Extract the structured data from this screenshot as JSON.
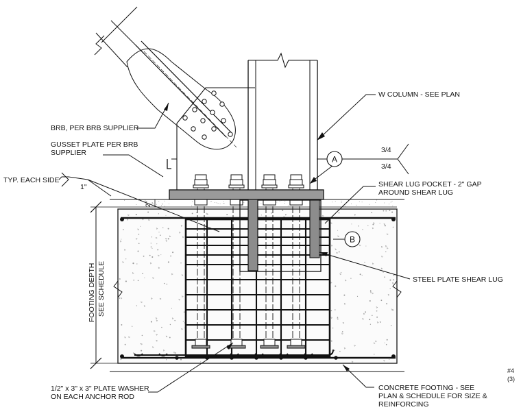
{
  "labels": {
    "brb": "BRB, PER BRB SUPPLIER",
    "gusset_1": "GUSSET PLATE PER BRB",
    "gusset_2": "SUPPLIER",
    "typ_each_side": "TYP. EACH SIDE",
    "one_inch": "1\"",
    "two_inch": "2\"",
    "w_column": "W COLUMN - SEE PLAN",
    "weld_top": "3/4",
    "weld_bottom": "3/4",
    "shear_lug_pocket_1": "SHEAR LUG POCKET - 2\" GAP",
    "shear_lug_pocket_2": "AROUND SHEAR LUG",
    "steel_plate_shear_lug": "STEEL PLATE SHEAR LUG",
    "footing_depth_1": "FOOTING DEPTH",
    "footing_depth_2": "SEE SCHEDULE",
    "washer_1": "1/2\" x 3\" x 3\" PLATE WASHER",
    "washer_2": "ON EACH ANCHOR ROD",
    "concrete_1": "CONCRETE FOOTING - SEE",
    "concrete_2": "PLAN & SCHEDULE FOR SIZE &",
    "concrete_3": "REINFORCING",
    "cut_off_1": "#4 ",
    "cut_off_2": "(3) "
  },
  "callouts": {
    "a": "A",
    "b": "B"
  },
  "colors": {
    "ink": "#111111",
    "steel_fill": "#8c8c8c",
    "plate_fill": "#9a9a9a",
    "concrete_fill": "#fbfbfb",
    "speckle": "#9a9a9a"
  }
}
